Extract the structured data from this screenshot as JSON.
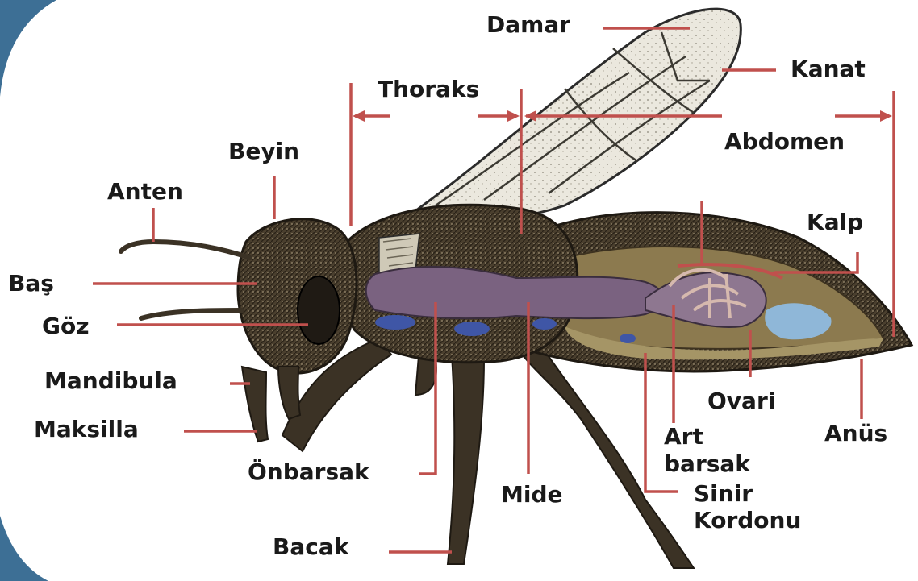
{
  "diagram": {
    "labels": {
      "damar": "Damar",
      "kanat": "Kanat",
      "thoraks": "Thoraks",
      "abdomen": "Abdomen",
      "beyin": "Beyin",
      "anten": "Anten",
      "kalp": "Kalp",
      "bas": "Baş",
      "goz": "Göz",
      "mandibula": "Mandibula",
      "maksilla": "Maksilla",
      "ovari": "Ovari",
      "art_barsak_1": "Art",
      "art_barsak_2": "barsak",
      "anus": "Anüs",
      "onbarsak": "Önbarsak",
      "mide": "Mide",
      "sinir_kordonu_1": "Sinir",
      "sinir_kordonu_2": "Kordonu",
      "bacak": "Bacak"
    },
    "colors": {
      "leader_line": "#c0504d",
      "label_text": "#1a1a1a",
      "corner_blue": "#3d6f95",
      "body_fur": "#3b3225",
      "gut": "#7a6280",
      "abdomen_interior": "#8c7a4f",
      "wing": "#e9e6dc",
      "ovary_blue": "#8fb7d8"
    }
  }
}
